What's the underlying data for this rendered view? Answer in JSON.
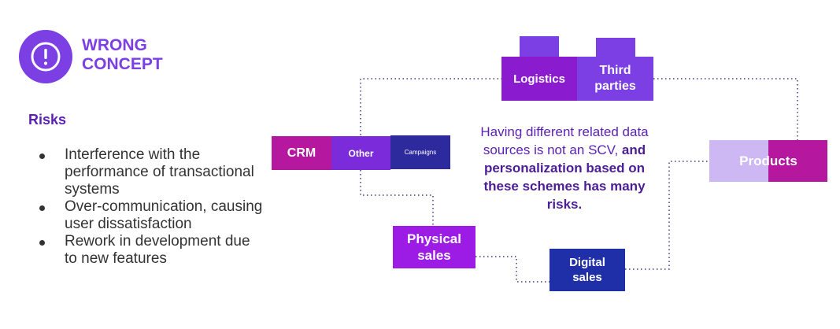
{
  "header": {
    "title_line1": "WRONG",
    "title_line2": "CONCEPT",
    "icon": "exclamation-circle-icon"
  },
  "risks": {
    "heading": "Risks",
    "items": [
      "Interference with the performance of transactional systems",
      "Over-communication, causing user dissatisfaction",
      "Rework in development due to new features"
    ]
  },
  "diagram": {
    "nodes": {
      "logistics": "Logistics",
      "third_parties_line1": "Third",
      "third_parties_line2": "parties",
      "crm": "CRM",
      "other": "Other",
      "campaigns": "Campaigns",
      "products": "Products",
      "physical_sales_line1": "Physical",
      "physical_sales_line2": "sales",
      "digital_sales_line1": "Digital",
      "digital_sales_line2": "sales"
    },
    "message": {
      "plain": "Having different related data sources is not an SCV,",
      "bold": "and personalization based on these schemes has many risks."
    }
  },
  "colors": {
    "primary_purple": "#7b3fe4",
    "dark_purple": "#5b21b6",
    "magenta": "#b5179e",
    "navy": "#2d2a9e",
    "lavender": "#cdb8f3",
    "connector": "#3b3b8a"
  }
}
